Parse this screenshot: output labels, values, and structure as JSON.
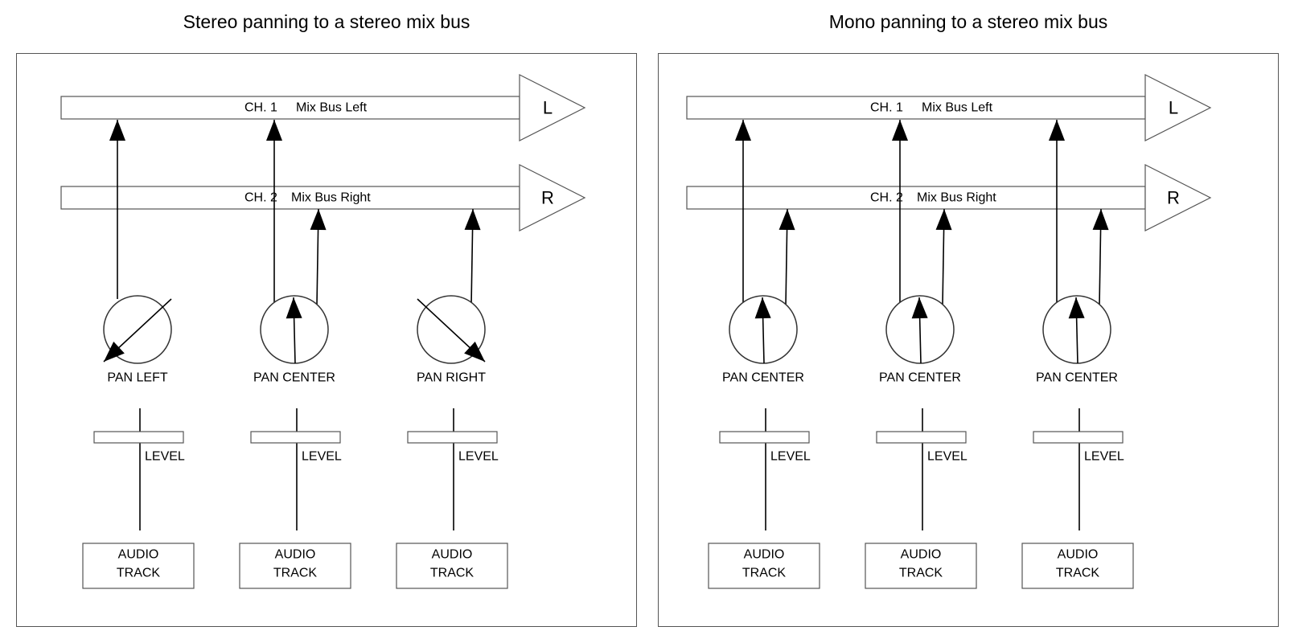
{
  "diagrams": [
    {
      "title": "Stereo panning to a stereo mix bus",
      "buses": [
        {
          "channel": "CH. 1",
          "name": "Mix Bus Left",
          "side": "L"
        },
        {
          "channel": "CH. 2",
          "name": "Mix Bus Right",
          "side": "R"
        }
      ],
      "strips": [
        {
          "pan_label": "PAN LEFT",
          "pan": "left",
          "sends": [
            "L"
          ],
          "level_label": "LEVEL",
          "track_lines": [
            "AUDIO",
            "TRACK"
          ]
        },
        {
          "pan_label": "PAN CENTER",
          "pan": "center",
          "sends": [
            "L",
            "R"
          ],
          "level_label": "LEVEL",
          "track_lines": [
            "AUDIO",
            "TRACK"
          ]
        },
        {
          "pan_label": "PAN RIGHT",
          "pan": "right",
          "sends": [
            "R"
          ],
          "level_label": "LEVEL",
          "track_lines": [
            "AUDIO",
            "TRACK"
          ]
        }
      ]
    },
    {
      "title": "Mono panning to a stereo mix bus",
      "buses": [
        {
          "channel": "CH. 1",
          "name": "Mix Bus Left",
          "side": "L"
        },
        {
          "channel": "CH. 2",
          "name": "Mix Bus Right",
          "side": "R"
        }
      ],
      "strips": [
        {
          "pan_label": "PAN CENTER",
          "pan": "center",
          "sends": [
            "L",
            "R"
          ],
          "level_label": "LEVEL",
          "track_lines": [
            "AUDIO",
            "TRACK"
          ]
        },
        {
          "pan_label": "PAN CENTER",
          "pan": "center",
          "sends": [
            "L",
            "R"
          ],
          "level_label": "LEVEL",
          "track_lines": [
            "AUDIO",
            "TRACK"
          ]
        },
        {
          "pan_label": "PAN CENTER",
          "pan": "center",
          "sends": [
            "L",
            "R"
          ],
          "level_label": "LEVEL",
          "track_lines": [
            "AUDIO",
            "TRACK"
          ]
        }
      ]
    }
  ]
}
